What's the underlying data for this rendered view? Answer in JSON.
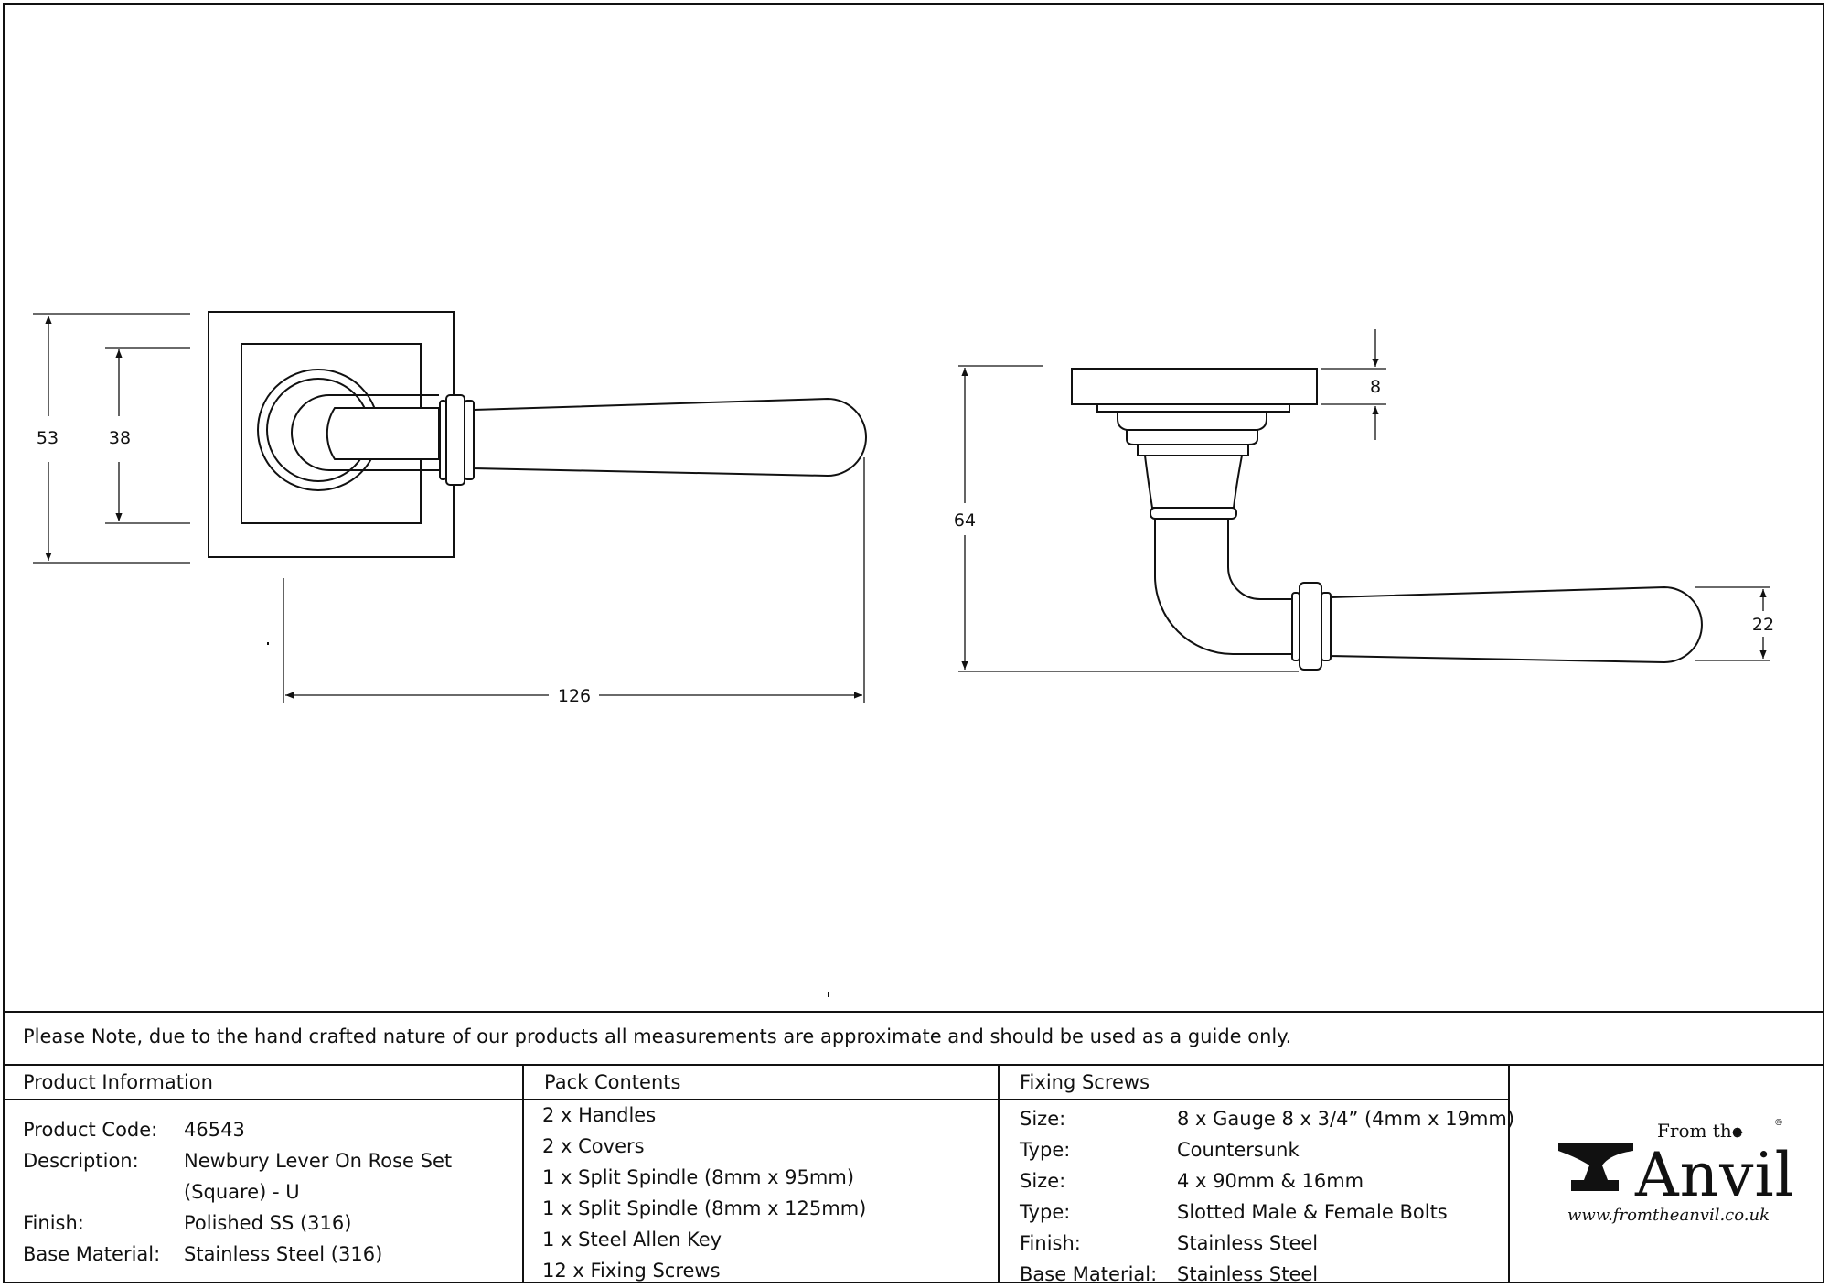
{
  "dimensions": {
    "rose_width": "53",
    "rose_inner": "38",
    "lever_length": "126",
    "projection": "64",
    "rose_depth": "8",
    "lever_height": "22"
  },
  "note": "Please Note, due to the hand crafted nature of our products all measurements are approximate and should be used as a guide only.",
  "product_information": {
    "heading": "Product Information",
    "rows": [
      {
        "label": "Product Code:",
        "value": "46543"
      },
      {
        "label": "Description:",
        "value": "Newbury Lever On Rose Set"
      },
      {
        "label": "",
        "value": "(Square) - U"
      },
      {
        "label": "Finish:",
        "value": "Polished SS (316)"
      },
      {
        "label": "Base Material:",
        "value": "Stainless Steel (316)"
      }
    ]
  },
  "pack_contents": {
    "heading": "Pack Contents",
    "items": [
      "2 x Handles",
      "2 x Covers",
      "1 x Split Spindle (8mm x 95mm)",
      "1 x Split Spindle (8mm x 125mm)",
      "1 x Steel Allen Key",
      "12 x Fixing Screws"
    ]
  },
  "fixing_screws": {
    "heading": "Fixing Screws",
    "rows": [
      {
        "label": "Size:",
        "value": "8 x Gauge 8 x 3/4” (4mm x 19mm)"
      },
      {
        "label": "Type:",
        "value": "Countersunk"
      },
      {
        "label": "Size:",
        "value": "4 x 90mm & 16mm"
      },
      {
        "label": "Type:",
        "value": "Slotted Male & Female Bolts"
      },
      {
        "label": "Finish:",
        "value": "Stainless Steel"
      },
      {
        "label": "Base Material:",
        "value": "Stainless Steel"
      }
    ]
  },
  "logo": {
    "from_the": "From the",
    "brand": "Anvil",
    "registered": "®",
    "url": "www.fromtheanvil.co.uk"
  }
}
